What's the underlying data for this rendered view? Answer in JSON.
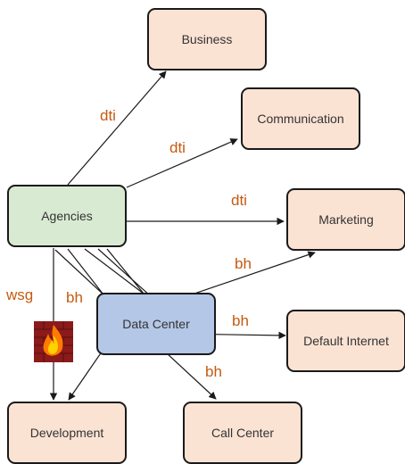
{
  "nodes": {
    "business": "Business",
    "communication": "Communication",
    "agencies": "Agencies",
    "marketing": "Marketing",
    "data_center": "Data Center",
    "default_internet": "Default Internet",
    "development": "Development",
    "call_center": "Call Center"
  },
  "edge_labels": {
    "agencies_business": "dti",
    "agencies_communication": "dti",
    "agencies_marketing": "dti",
    "datacenter_marketing": "bh",
    "agencies_development": "wsg",
    "datacenter_development": "bh",
    "datacenter_default_internet": "bh",
    "agencies_call_center": "bh"
  },
  "colors": {
    "node_peach": "#fbe3d4",
    "node_green": "#d9ead3",
    "node_blue": "#b4c7e7",
    "label_orange": "#c55a11"
  },
  "icons": {
    "firewall": "firewall-icon"
  }
}
